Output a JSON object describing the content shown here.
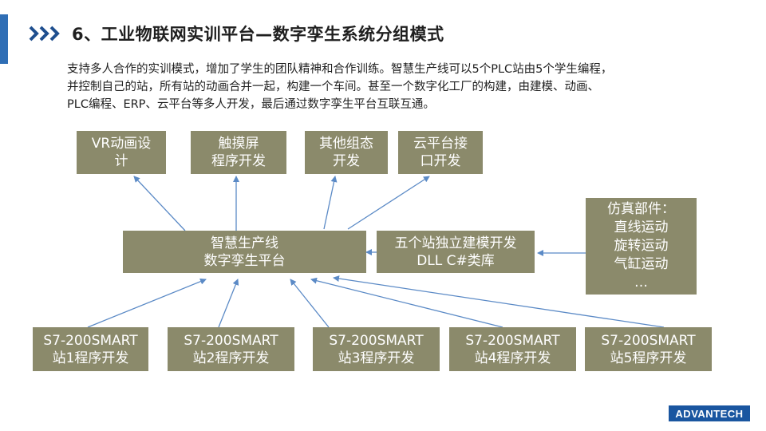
{
  "header": {
    "title": "6、工业物联网实训平台—数字孪生系统分组模式"
  },
  "intro": {
    "lines": [
      "支持多人合作的实训模式，增加了学生的团队精神和合作训练。智慧生产线可以5个PLC站由5个学生编程，",
      "并控制自己的站，所有站的动画合并一起，构建一个车间。甚至一个数字化工厂的构建，由建模、动画、",
      "PLC编程、ERP、云平台等多人开发，最后通过数字孪生平台互联互通。"
    ]
  },
  "top_boxes": [
    {
      "lines": [
        "VR动画设",
        "计"
      ]
    },
    {
      "lines": [
        "触摸屏",
        "程序开发"
      ]
    },
    {
      "lines": [
        "其他组态",
        "开发"
      ]
    },
    {
      "lines": [
        "云平台接",
        "口开发"
      ]
    }
  ],
  "center_box": {
    "lines": [
      "智慧生产线",
      "数字孪生平台"
    ]
  },
  "model_box": {
    "lines": [
      "五个站独立建模开发",
      "DLL C#类库"
    ]
  },
  "sim_box": {
    "lines": [
      "仿真部件：",
      "直线运动",
      "旋转运动",
      "气缸运动",
      "…"
    ]
  },
  "stations": [
    {
      "lines": [
        "S7-200SMART",
        "站1程序开发"
      ]
    },
    {
      "lines": [
        "S7-200SMART",
        "站2程序开发"
      ]
    },
    {
      "lines": [
        "S7-200SMART",
        "站3程序开发"
      ]
    },
    {
      "lines": [
        "S7-200SMART",
        "站4程序开发"
      ]
    },
    {
      "lines": [
        "S7-200SMART",
        "站5程序开发"
      ]
    }
  ],
  "logo": {
    "text": "ADVANTECH"
  },
  "colors": {
    "box_fill": "#8b8a6b",
    "arrow": "#5b8ac6",
    "accent_bar": "#2f6eb5",
    "logo_bg": "#1a56a0"
  }
}
